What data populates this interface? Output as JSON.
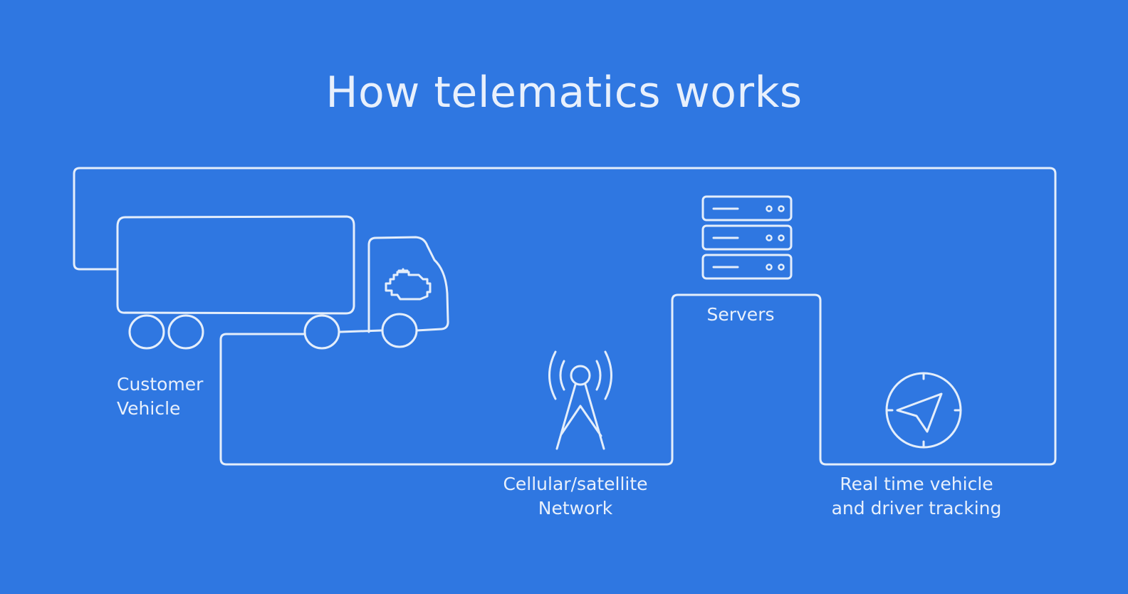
{
  "title": "How telematics works",
  "colors": {
    "background": "#2f77e1",
    "stroke": "#e4eefb",
    "text": "#e8f0fc"
  },
  "nodes": {
    "vehicle": {
      "label_line1": "Customer",
      "label_line2": "Vehicle",
      "icon": "truck-icon"
    },
    "network": {
      "label_line1": "Cellular/satellite",
      "label_line2": "Network",
      "icon": "cell-tower-icon"
    },
    "servers": {
      "label": "Servers",
      "icon": "server-rack-icon"
    },
    "tracking": {
      "label_line1": "Real time vehicle",
      "label_line2": "and driver tracking",
      "icon": "navigation-compass-icon"
    }
  }
}
